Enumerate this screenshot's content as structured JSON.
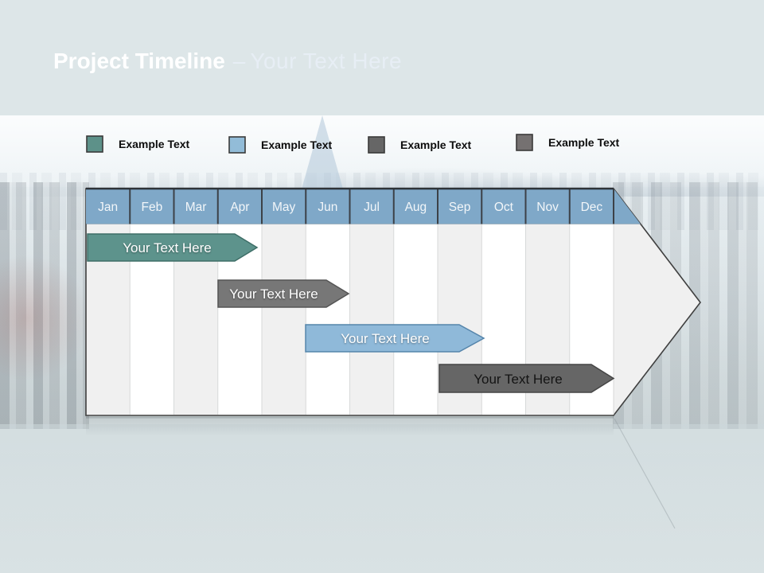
{
  "slide": {
    "title": {
      "main": "Project Timeline",
      "separator": "–",
      "subtitle": "Your Text Here"
    }
  },
  "legend": {
    "items": [
      {
        "label": "Example Text",
        "color": "#5d9189"
      },
      {
        "label": "Example Text",
        "color": "#92bcd8"
      },
      {
        "label": "Example Text",
        "color": "#666666"
      },
      {
        "label": "Example Text",
        "color": "#757171"
      }
    ]
  },
  "chart_data": {
    "type": "gantt",
    "title": "Project Timeline – Your Text Here",
    "categories": [
      "Jan",
      "Feb",
      "Mar",
      "Apr",
      "May",
      "Jun",
      "Jul",
      "Aug",
      "Sep",
      "Oct",
      "Nov",
      "Dec"
    ],
    "header_color": "#7fa8c8",
    "body_color": "#f0f0f0",
    "bars": [
      {
        "label": "Your Text Here",
        "start": "Jan",
        "end": "Mar",
        "row": 1,
        "color": "#5d938c",
        "text_color": "white"
      },
      {
        "label": "Your Text Here",
        "start": "Apr",
        "end": "Jun",
        "row": 2,
        "color": "#777777",
        "text_color": "white"
      },
      {
        "label": "Your Text Here",
        "start": "Jun",
        "end": "Aug",
        "row": 3,
        "color": "#8fb9d9",
        "text_color": "white"
      },
      {
        "label": "Your Text Here",
        "start": "Sep",
        "end": "Nov",
        "row": 4,
        "color": "#666666",
        "text_color": "black"
      }
    ],
    "legend_position": "top",
    "legend_entries": [
      "Example Text",
      "Example Text",
      "Example Text",
      "Example Text"
    ]
  }
}
